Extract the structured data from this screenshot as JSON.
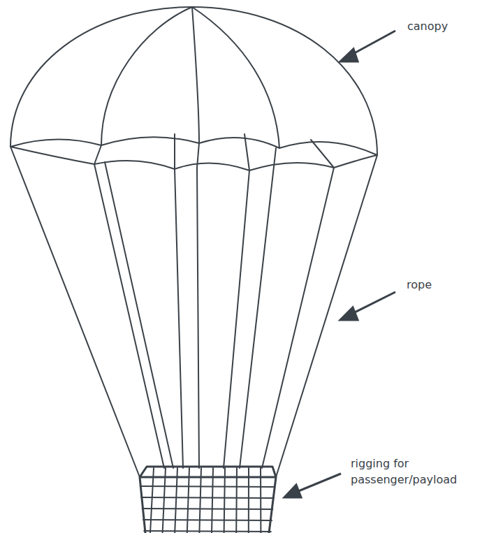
{
  "diagram": {
    "labels": [
      "canopy",
      "rope",
      "rigging for passenger/payload"
    ]
  }
}
